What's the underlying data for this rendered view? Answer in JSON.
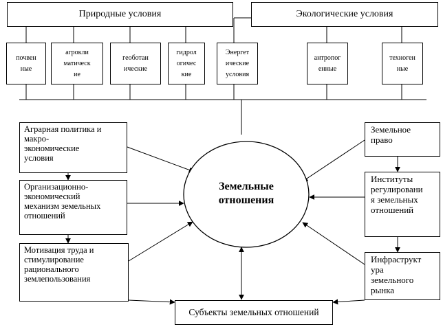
{
  "header": {
    "natural": "Природные условия",
    "ecological": "Экологические условия"
  },
  "factors": [
    "почвен\nные",
    "агрокли\nматическ\nие",
    "геоботан\nические",
    "гидрол\nогичес\nкие",
    "Энергет\nические\nусловия",
    "антропог\nенные",
    "техноген\nные"
  ],
  "left_boxes": [
    "Аграрная политика и\nмакро-\nэкономические\nусловия",
    "Организационно-\nэкономический\nмеханизм земельных\nотношений",
    "Мотивация труда и\nстимулирование\nрационального\nземлепользования"
  ],
  "right_boxes": [
    "Земельное\nправо",
    "Институты\nрегулировани\nя земельных\nотношений",
    "Инфраструкт\nура\nземельного\nрынка"
  ],
  "center": "Земельные\nотношения",
  "bottom": "Субъекты земельных отношений"
}
